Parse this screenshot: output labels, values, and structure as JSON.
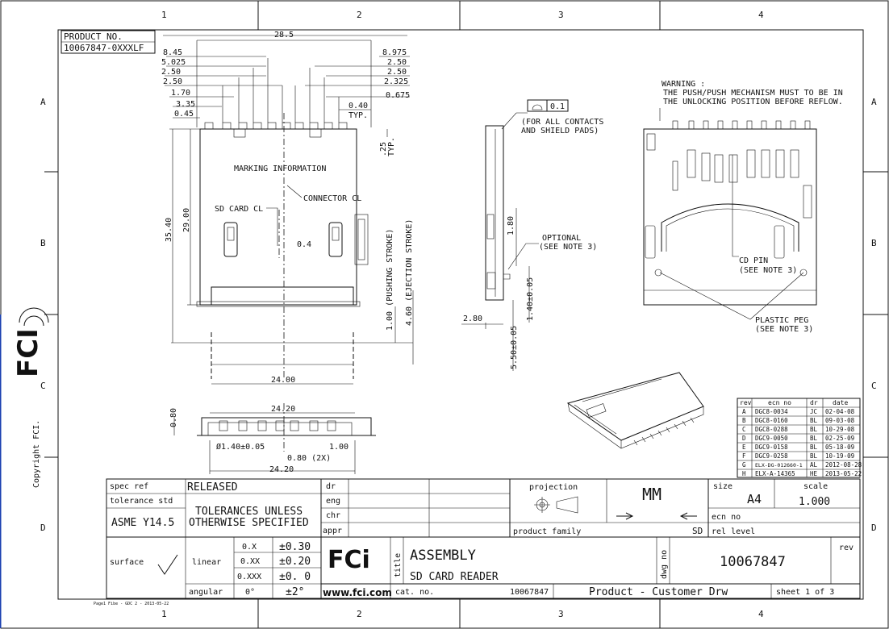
{
  "border": {
    "zones_top": [
      "1",
      "2",
      "3",
      "4"
    ],
    "zones_bottom": [
      "1",
      "2",
      "3",
      "4"
    ],
    "zones_left": [
      "A",
      "B",
      "C",
      "D"
    ],
    "zones_right": [
      "A",
      "B",
      "C",
      "D"
    ]
  },
  "side": {
    "copyright": "Copyright FCI.",
    "logo_text": "FCI"
  },
  "product": {
    "label": "PRODUCT NO.",
    "number": "10067847-0XXXLF"
  },
  "top_view": {
    "dims_left": [
      "8.45",
      "5.025",
      "2.50",
      "2.50",
      "1.70",
      "3.35",
      "0.45"
    ],
    "dims_right": [
      "8.975",
      "2.50",
      "2.50",
      "2.325",
      "0.675",
      "0.40"
    ],
    "overall_width": "28.5",
    "typ": "TYP.",
    "pitch": ".25",
    "pitch_typ": "TYP.",
    "marking": "MARKING INFORMATION",
    "connector_cl": "CONNECTOR CL",
    "sd_card_cl": "SD CARD CL",
    "offset": "0.4",
    "height_total": "35.40",
    "height_body": "29.00",
    "pushing": "1.00 (PUSHING STROKE)",
    "ejection": "4.60 (EJECTION STROKE)",
    "card_width": "24.00"
  },
  "front_view": {
    "height": "0.80",
    "width_top": "24.20",
    "hole": "Ø1.40±0.05",
    "d1": "1.00",
    "d2": "0.80 (2X)",
    "width_bottom": "24.20"
  },
  "side_view": {
    "flatness": "0.1",
    "flatness_note_1": "(FOR ALL CONTACTS",
    "flatness_note_2": "AND SHIELD PADS)",
    "optional_1": "OPTIONAL",
    "optional_2": "(SEE NOTE 3)",
    "d_180": "1.80",
    "d_280": "2.80",
    "d_140": "1.40±0.05",
    "d_550": "5.50±0.05"
  },
  "right_view": {
    "warning_1": "WARNING :",
    "warning_2": "THE PUSH/PUSH MECHANISM MUST TO BE IN",
    "warning_3": "THE UNLOCKING POSITION BEFORE REFLOW.",
    "cd_pin_1": "CD PIN",
    "cd_pin_2": "(SEE NOTE 3)",
    "peg_1": "PLASTIC PEG",
    "peg_2": "(SEE NOTE 3)"
  },
  "revisions": {
    "headers": [
      "rev",
      "ecn no",
      "dr",
      "date"
    ],
    "rows": [
      [
        "A",
        "DGC8-0034",
        "JC",
        "02-04-08"
      ],
      [
        "B",
        "DGC8-0160",
        "BL",
        "09-03-08"
      ],
      [
        "C",
        "DGC8-0288",
        "BL",
        "10-29-08"
      ],
      [
        "D",
        "DGC9-0050",
        "BL",
        "02-25-09"
      ],
      [
        "E",
        "DGC9-0158",
        "BL",
        "05-18-09"
      ],
      [
        "F",
        "DGC9-0258",
        "BL",
        "10-19-09"
      ],
      [
        "G",
        "ELX-DG-012660-1",
        "AL",
        "2012-08-28"
      ],
      [
        "H",
        "ELX-A-14365",
        "HE",
        "2013-05-22"
      ]
    ]
  },
  "title_block": {
    "spec_ref_label": "spec ref",
    "spec_ref_value": "RELEASED",
    "tol_std_label": "tolerance std",
    "tol_std_value": "ASME Y14.5",
    "tol_1": "TOLERANCES UNLESS",
    "tol_2": "OTHERWISE SPECIFIED",
    "surface": "surface",
    "linear": "linear",
    "angular": "angular",
    "tol_rows": [
      [
        "0.X",
        "±0.30"
      ],
      [
        "0.XX",
        "±0.20"
      ],
      [
        "0.XXX",
        "±0. 0"
      ]
    ],
    "angular_a": "0°",
    "angular_b": "±2°",
    "dr": "dr",
    "eng": "eng",
    "chr": "chr",
    "appr": "appr",
    "projection": "projection",
    "units": "MM",
    "size_label": "size",
    "size_value": "A4",
    "scale_label": "scale",
    "scale_value": "1.000",
    "ecn_label": "ecn no",
    "product_family_label": "product family",
    "product_family_value": "SD",
    "rel_level": "rel level",
    "logo": "FCi",
    "url": "www.fci.com",
    "title_label": "title",
    "title_1": "ASSEMBLY",
    "title_2": "SD CARD READER",
    "dwg_label": "dwg no",
    "dwg_no": "10067847",
    "rev_label": "rev",
    "cat_label": "cat. no.",
    "cat_value": "10067847",
    "drw_type": "Product - Customer Drw",
    "sheet": "sheet 1 of 3"
  },
  "footer": "Page1 Fibe - GDC 2 - 2013-05-22"
}
